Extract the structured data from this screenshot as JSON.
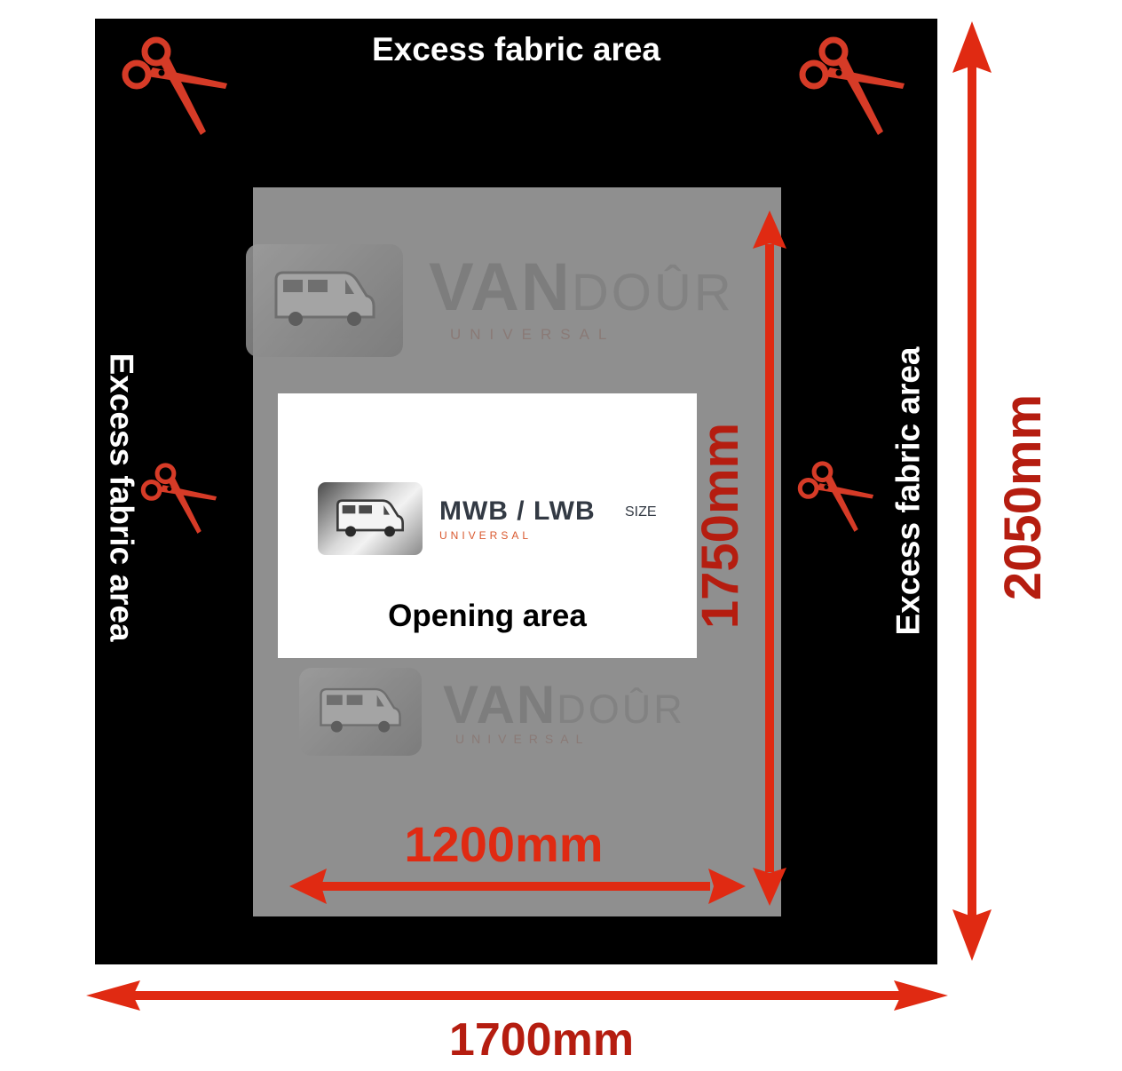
{
  "labels": {
    "excess_top": "Excess fabric area",
    "excess_left": "Excess fabric area",
    "excess_right": "Excess fabric area",
    "opening_area": "Opening area"
  },
  "dimensions": {
    "opening_width": "1200mm",
    "opening_height": "1750mm",
    "total_height": "2050mm",
    "total_width": "1700mm"
  },
  "watermark": {
    "brand_primary": "VAN",
    "brand_secondary": "DOÛR",
    "brand_sub": "UNIVERSAL"
  },
  "size_badge": {
    "title": "MWB / LWB",
    "suffix": "SIZE",
    "subtitle": "UNIVERSAL"
  },
  "colors": {
    "fabric": "#000000",
    "opening_panel": "#8f8f8f",
    "dimension_arrow": "#e02a12",
    "dimension_text": "#b51d10",
    "scissors": "#d63b27"
  },
  "icons": [
    "scissors-icon",
    "dimension-arrow",
    "van-icon"
  ]
}
